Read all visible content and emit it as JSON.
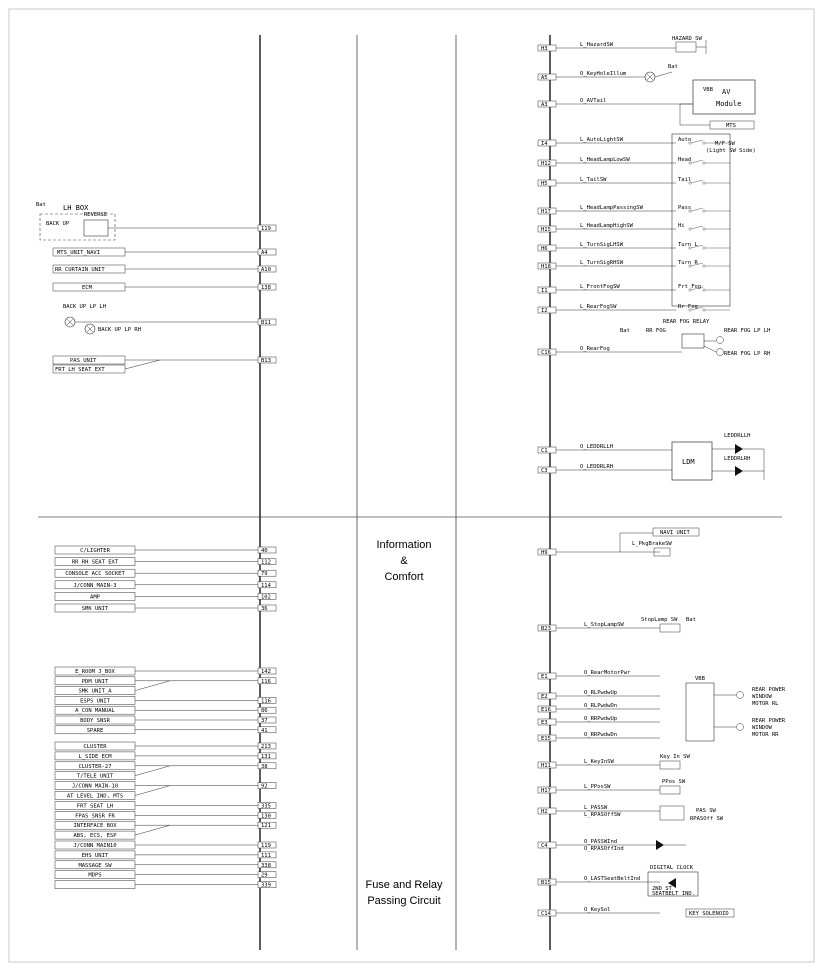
{
  "center_text": {
    "info_line1": "Information",
    "info_line2": "&",
    "info_line3": "Comfort",
    "fuse_line1": "Fuse and Relay",
    "fuse_line2": "Passing Circuit"
  },
  "left_top": {
    "batt": "Bat",
    "lh_box": "LH BOX",
    "reverse": "REVERSE",
    "back_up": "BACK UP",
    "back_up_lp_lh": "BACK UP LP LH",
    "back_up_lp_rh": "BACK UP LP RH",
    "boxes": [
      {
        "label": "MTS_UNIT_NAVI",
        "pin": "A4"
      },
      {
        "label": "RR CURTAIN UNIT",
        "pin": "A10"
      },
      {
        "label": "ECM",
        "pin": "138"
      },
      {
        "label": "PAS UNIT",
        "pin": ""
      },
      {
        "label": "FRT LH SEAT EXT",
        "pin": "B13"
      }
    ],
    "pin_reverse": "119",
    "pin_backup": "B11"
  },
  "left_bottom": {
    "group1": [
      {
        "label": "C/LIGHTER",
        "pin": "40"
      },
      {
        "label": "RR RH SEAT EXT",
        "pin": "112"
      },
      {
        "label": "CONSOLE ACC SOCKET",
        "pin": "79"
      },
      {
        "label": "J/CONN MAIN-3",
        "pin": "114"
      },
      {
        "label": "AMP",
        "pin": "102"
      },
      {
        "label": "SMK UNIT",
        "pin": "36"
      }
    ],
    "group2": [
      {
        "label": "E_ROOM J_BOX",
        "pin": "142"
      },
      {
        "label": "PDM UNIT",
        "pin": "116"
      },
      {
        "label": "SMK UNIT_A",
        "pin": ""
      },
      {
        "label": "ESPS UNIT",
        "pin": "116"
      },
      {
        "label": "A_CON MANUAL",
        "pin": "86"
      },
      {
        "label": "BODY SNSR",
        "pin": "37"
      },
      {
        "label": "SPARE",
        "pin": "41"
      }
    ],
    "group3": [
      {
        "label": "CLUSTER",
        "pin": "213"
      },
      {
        "label": "L_SIDE ECM",
        "pin": "131"
      },
      {
        "label": "CLUSTER-27",
        "pin": "38"
      },
      {
        "label": "T/TELE UNIT",
        "pin": ""
      },
      {
        "label": "J/CONN MAIN-10",
        "pin": "92"
      },
      {
        "label": "AT LEVEL IND, MTS",
        "pin": ""
      },
      {
        "label": "FRT SEAT LH",
        "pin": "335"
      },
      {
        "label": "FPAS SNSR FR",
        "pin": "130"
      },
      {
        "label": "INTERFACE BOX",
        "pin": "121"
      },
      {
        "label": "ABS, ECS, ESP",
        "pin": ""
      },
      {
        "label": "J/CONN MAIN10",
        "pin": "119"
      },
      {
        "label": "EHS UNIT",
        "pin": "111"
      },
      {
        "label": "MASSAGE SW",
        "pin": "338"
      },
      {
        "label": "MDPS",
        "pin": "29"
      },
      {
        "label": "",
        "pin": "339"
      }
    ]
  },
  "right_top": {
    "rows": [
      {
        "pin": "H3",
        "signal": "L_HazardSW",
        "comp": "HAZARD SW"
      },
      {
        "pin": "A5",
        "signal": "O_KeyHoleIllum",
        "comp": "Bat"
      },
      {
        "pin": "A3",
        "signal": "O_AVTail",
        "comp": ""
      },
      {
        "pin": "I4",
        "signal": "L_AutoLightSW",
        "comp": "Auto"
      },
      {
        "pin": "H12",
        "signal": "L_HeadLampLowSW",
        "comp": "Head"
      },
      {
        "pin": "H5",
        "signal": "L_TailSW",
        "comp": "Tail"
      },
      {
        "pin": "H17",
        "signal": "L_HeadLampPassingSW",
        "comp": "Pass"
      },
      {
        "pin": "H15",
        "signal": "L_HeadLampHighSW",
        "comp": "Hi"
      },
      {
        "pin": "H6",
        "signal": "L_TurnSigLHSW",
        "comp": "Turn L"
      },
      {
        "pin": "H18",
        "signal": "L_TurnSigRHSW",
        "comp": "Turn R"
      },
      {
        "pin": "I1",
        "signal": "L_FrontFogSW",
        "comp": "Frt Fog"
      },
      {
        "pin": "I2",
        "signal": "L_RearFogSW",
        "comp": "Rr Fog"
      },
      {
        "pin": "C16",
        "signal": "O_RearFog",
        "comp": ""
      },
      {
        "pin": "C1",
        "signal": "O_LEDDRLLH",
        "comp": ""
      },
      {
        "pin": "C3",
        "signal": "O_LEDDRLRH",
        "comp": ""
      }
    ],
    "av_module_line1": "AV",
    "av_module_line2": "Module",
    "av_b": "VBB",
    "mts": "MTS",
    "mf_sw": "M/F SW",
    "mf_sw_sub": "(Light SW Side)",
    "rear_fog_relay": "REAR FOG RELAY",
    "rr_fog": "RR FOG",
    "rear_fog_lp_lh": "REAR FOG LP LH",
    "rear_fog_lp_rh": "REAR FOG LP RH",
    "ldm": "LDM",
    "led_lh": "LEDDRLLH",
    "led_rh": "LEDDRLRH"
  },
  "right_bottom": {
    "navi_unit": "NAVI UNIT",
    "pkg_brake": "L_PkgBrakeSW",
    "rows": [
      {
        "pin": "H9",
        "signal": ""
      },
      {
        "pin": "B23",
        "signal": "L_StopLampSW"
      },
      {
        "pin": "E1",
        "signal": "O_RearMotorPwr"
      },
      {
        "pin": "E2",
        "signal": "O_RLPwdwUp"
      },
      {
        "pin": "E16",
        "signal": "O_RLPwdwDn"
      },
      {
        "pin": "E3",
        "signal": "O_RRPwdwUp"
      },
      {
        "pin": "E15",
        "signal": "O_RRPwdwDn"
      },
      {
        "pin": "H11",
        "signal": "L_KeyInSW"
      },
      {
        "pin": "H17",
        "signal": "L_PPosSW"
      },
      {
        "pin": "H2",
        "signal": "L_PASSW"
      },
      {
        "pin": "",
        "signal": "L_RPASOffSW"
      },
      {
        "pin": "C4",
        "signal": "O_PASSWInd"
      },
      {
        "pin": "",
        "signal": "O_RPASOffInd"
      },
      {
        "pin": "B15",
        "signal": "O_LASTSeatBeltInd"
      },
      {
        "pin": "C14",
        "signal": "O_KeySol"
      }
    ],
    "stop_lamp_sw": "StopLamp SW",
    "bat": "Bat",
    "rear_pw_rl": [
      "REAR POWER",
      "WINDOW",
      "MOTOR RL"
    ],
    "rear_pw_rr": [
      "REAR POWER",
      "WINDOW",
      "MOTOR RR"
    ],
    "key_in_sw": "Key In SW",
    "ppos_sw": "PPos SW",
    "pas_sw": "PAS SW",
    "rpas_off_sw": "RPASOff SW",
    "digital_clock": "DIGITAL CLOCK",
    "seatbelt_ind": [
      "2ND ST",
      "SEATBELT IND."
    ],
    "key_solenoid": "KEY SOLENOID"
  }
}
